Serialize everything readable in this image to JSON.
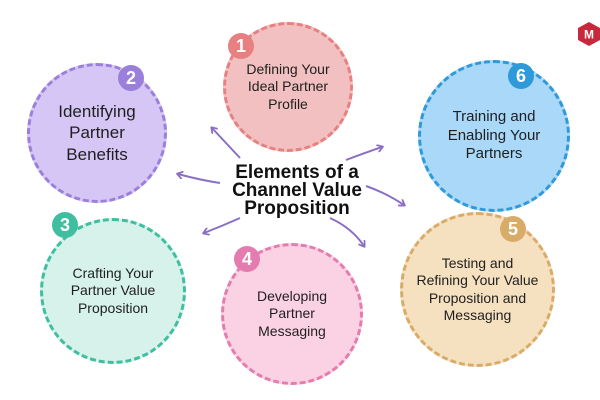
{
  "title": {
    "line1": "Elements of a",
    "line2": "Channel Value",
    "line3": "Proposition"
  },
  "nodes": [
    {
      "number": "1",
      "text": "Defining Your Ideal Partner Profile",
      "fill": "#f2c0c0",
      "accent": "#e87f80"
    },
    {
      "number": "2",
      "text": "Identifying Partner Benefits",
      "fill": "#d6c6f5",
      "accent": "#9a7fdb"
    },
    {
      "number": "3",
      "text": "Crafting Your Partner Value Proposition",
      "fill": "#d6f2ea",
      "accent": "#3fbfa0"
    },
    {
      "number": "4",
      "text": "Developing Partner Messaging",
      "fill": "#fbd2e4",
      "accent": "#e47cb0"
    },
    {
      "number": "5",
      "text": "Testing and Refining Your Value Proposition and Messaging",
      "fill": "#f5e0c0",
      "accent": "#d8ac68"
    },
    {
      "number": "6",
      "text": "Training and Enabling Your Partners",
      "fill": "#a9d8f8",
      "accent": "#2f9ad9"
    }
  ],
  "arrow_color": "#8a6fc4",
  "logo": {
    "letter": "M",
    "icon": "brand-logo-icon",
    "color": "#c8283c"
  }
}
